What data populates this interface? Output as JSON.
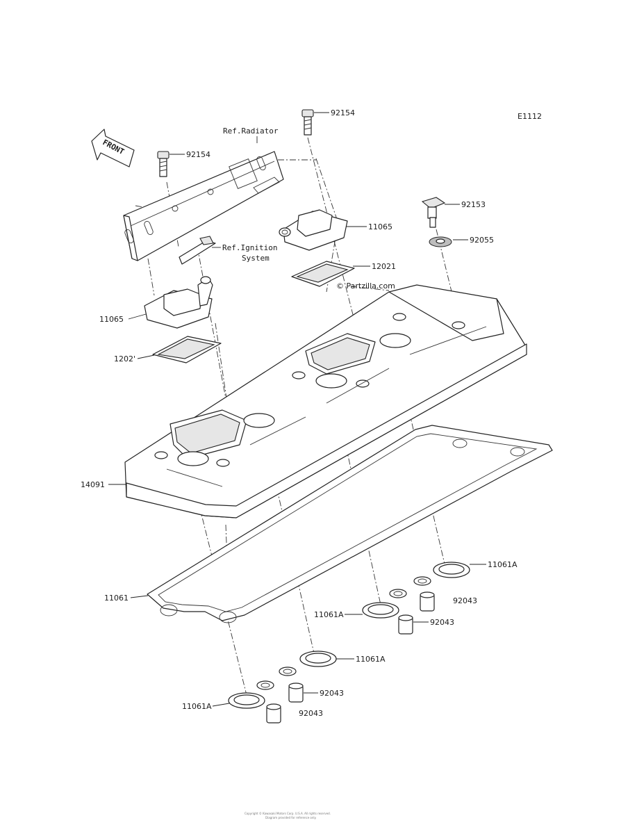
{
  "diagram": {
    "code": "E1112",
    "watermark": "© Partzilla.com",
    "front_arrow": "FRONT",
    "refs": {
      "radiator": "Ref.Radiator",
      "ignition_line1": "Ref.Ignition",
      "ignition_line2": "System"
    },
    "callouts": {
      "bolt_92154_top": "92154",
      "bolt_92154_left": "92154",
      "bolt_92153": "92153",
      "washer_92055": "92055",
      "cap_11065_right": "11065",
      "cap_11065_left": "11065",
      "plate_12021_right": "12021",
      "plate_12021_left": "1202'",
      "cover_14091": "14091",
      "gasket_11061": "11061",
      "gasket_11061A_right": "11061A",
      "gasket_11061A_mid": "11061A",
      "gasket_11061A_low": "11061A",
      "gasket_11061A_left": "11061A",
      "dowel_92043_a": "92043",
      "dowel_92043_b": "92043",
      "dowel_92043_c": "92043",
      "dowel_92043_d": "92043"
    },
    "footer_line1": "Copyright © Kawasaki Motors Corp. U.S.A. All rights reserved.",
    "footer_line2": "Diagram provided for reference only."
  }
}
